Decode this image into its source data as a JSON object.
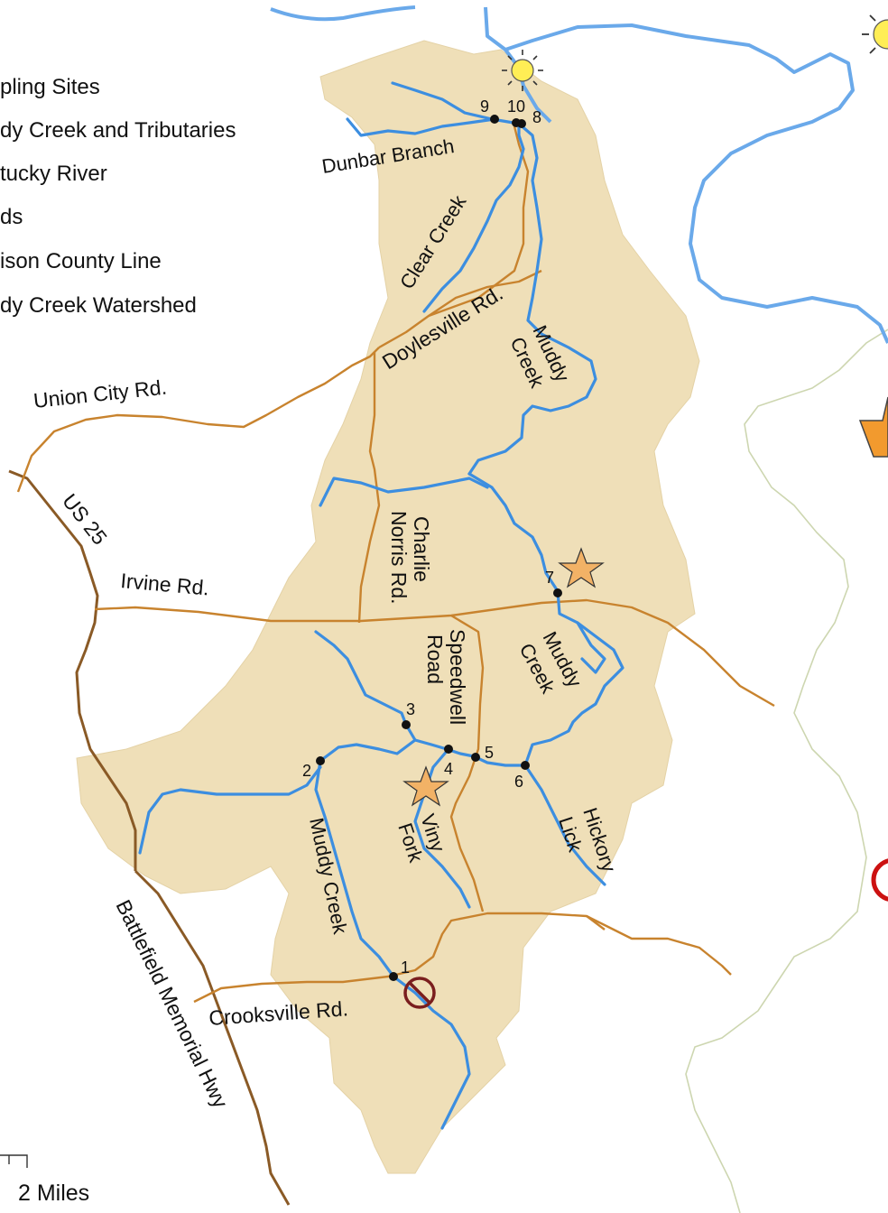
{
  "legend": {
    "items": [
      {
        "label": "pling Sites",
        "icon": "sampling-site-dot-icon"
      },
      {
        "label": "dy Creek and Tributaries",
        "icon": "stream-line-icon"
      },
      {
        "label": "tucky River",
        "icon": "river-line-icon"
      },
      {
        "label": "ds",
        "icon": "road-line-icon"
      },
      {
        "label": "ison County Line",
        "icon": "county-line-icon"
      },
      {
        "label": "dy Creek Watershed",
        "icon": "watershed-fill-icon"
      }
    ]
  },
  "roads": {
    "union_city": "Union City Rd.",
    "us25": "US 25",
    "irvine": "Irvine Rd.",
    "doylesville": "Doylesville Rd.",
    "charlie_norris": [
      "Charlie",
      "Norris Rd."
    ],
    "speedwell": [
      "Speedwell",
      "Road"
    ],
    "crooksville": "Crooksville Rd.",
    "battlefield": "Battlefield Memorial Hwy"
  },
  "streams": {
    "dunbar": "Dunbar Branch",
    "clear": "Clear Creek",
    "muddy_north": [
      "Muddy",
      "Creek"
    ],
    "muddy_mid": [
      "Muddy",
      "Creek"
    ],
    "muddy_south": "Muddy Creek",
    "viny": [
      "Viny",
      "Fork"
    ],
    "hickory": [
      "Hickory",
      "Lick"
    ]
  },
  "sites": [
    "1",
    "2",
    "3",
    "4",
    "5",
    "6",
    "7",
    "8",
    "9",
    "10"
  ],
  "scale": {
    "label": "2 Miles"
  },
  "colors": {
    "watershed": "#efdfb8",
    "creek": "#3c8ee0",
    "river": "#6aa9ea",
    "road": "#c8832e",
    "highway": "#8a5a26",
    "star": "#f2b266",
    "sun": "#ffee55"
  }
}
